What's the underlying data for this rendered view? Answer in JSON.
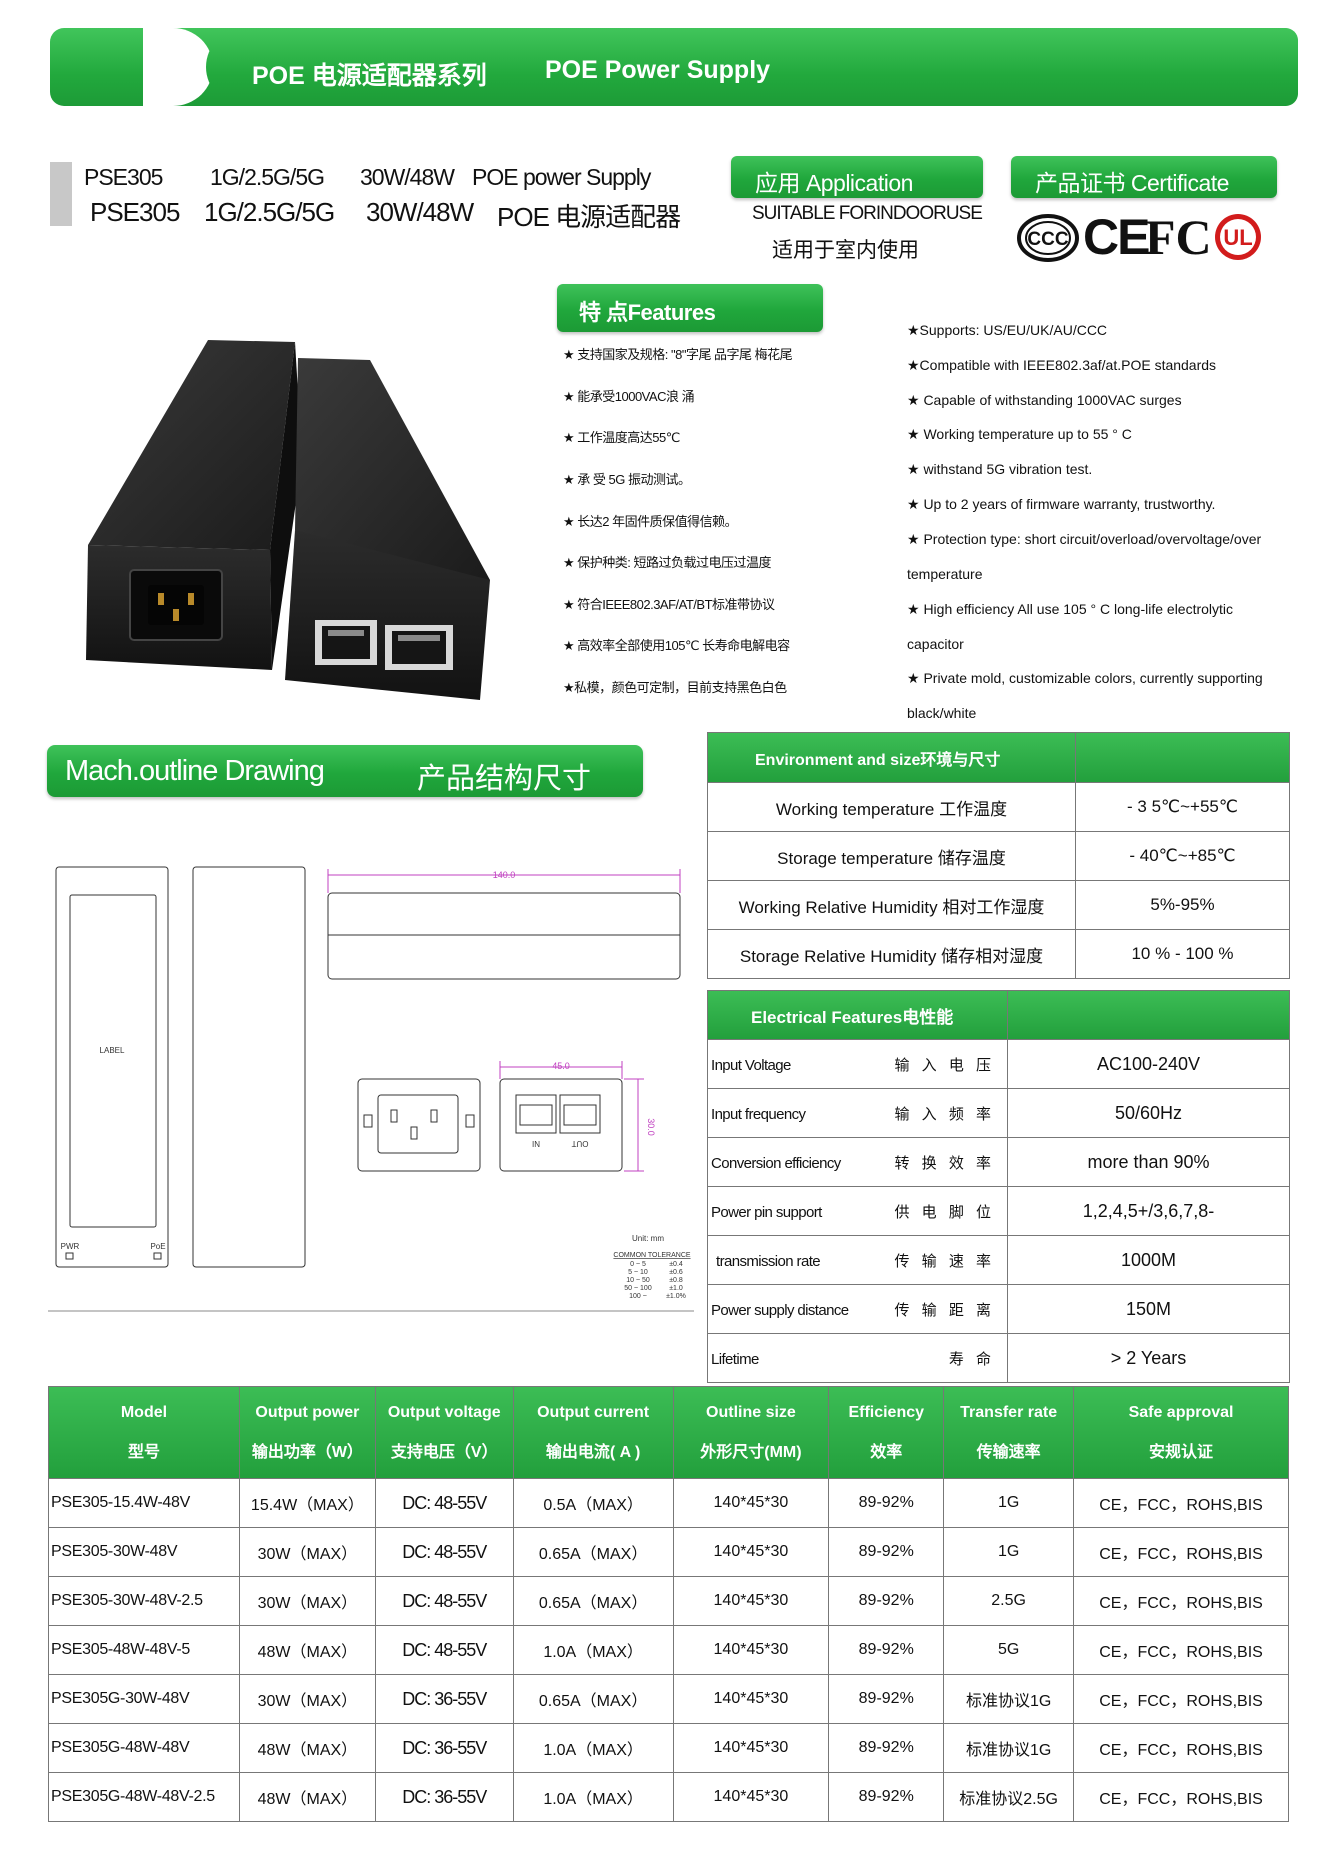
{
  "header": {
    "title_cn": "POE 电源适配器系列",
    "title_en": "POE Power Supply"
  },
  "title_block": {
    "line1": {
      "model": "PSE305",
      "speed": "1G/2.5G/5G",
      "power": "30W/48W",
      "desc": "POE power Supply"
    },
    "line2": {
      "model": "PSE305",
      "speed": "1G/2.5G/5G",
      "power": "30W/48W",
      "desc": "POE 电源适配器"
    }
  },
  "application": {
    "label": "应用 Application",
    "en": "SUITABLE FORINDOORUSE",
    "cn": "适用于室内使用"
  },
  "certificate": {
    "label": "产品证书 Certificate",
    "logos": [
      "CCC",
      "CE",
      "FC",
      "UL"
    ]
  },
  "features": {
    "label": "特  点Features",
    "cn": [
      "★ 支持国家及规格: \"8\"字尾    品字尾    梅花尾",
      "★ 能承受1000VAC浪 涌",
      "★ 工作温度高达55℃",
      "★ 承 受 5G 振动测试。",
      "★ 长达2 年固件质保值得信赖。",
      "★ 保护种类: 短路过负载过电压过温度",
      "★ 符合IEEE802.3AF/AT/BT标准带协议",
      "★ 高效率全部使用105℃ 长寿命电解电容",
      "★私模，颜色可定制，目前支持黑色白色"
    ],
    "en": [
      "★Supports: US/EU/UK/AU/CCC",
      "★Compatible with IEEE802.3af/at.POE standards",
      "★ Capable of withstanding 1000VAC surges",
      "★ Working temperature up to 55 ° C",
      "★ withstand 5G vibration test.",
      "★ Up to 2 years of firmware warranty, trustworthy.",
      "★ Protection type: short circuit/overload/overvoltage/over",
      "temperature",
      "★ High efficiency All use 105 ° C long-life electrolytic",
      "capacitor",
      "★ Private mold, customizable colors, currently supporting",
      "black/white"
    ]
  },
  "mach": {
    "label_en": "Mach.outline Drawing",
    "label_cn": "产品结构尺寸",
    "dims": {
      "length": "140.0",
      "width": "45.0",
      "height": "30.0"
    },
    "label_text": "LABEL",
    "pwr": "PWR",
    "poe": "PoE",
    "in": "IN",
    "out": "OUT",
    "unit": "Unit:  mm",
    "tolerance_title": "COMMON  TOLERANCE",
    "tolerance": [
      [
        "0 ~ 5",
        "±0.4"
      ],
      [
        "5 ~ 10",
        "±0.6"
      ],
      [
        "10 ~ 50",
        "±0.8"
      ],
      [
        "50 ~ 100",
        "±1.0"
      ],
      [
        "100 ~",
        "±1.0%"
      ]
    ]
  },
  "env_table": {
    "header": "Environment and size环境与尺寸",
    "rows": [
      {
        "label": "Working temperature  工作温度",
        "value": "- 3 5℃~+55℃"
      },
      {
        "label": "Storage temperature  储存温度",
        "value": "- 40℃~+85℃"
      },
      {
        "label": "Working Relative Humidity  相对工作湿度",
        "value": "5%-95%"
      },
      {
        "label": "Storage Relative Humidity  储存相对湿度",
        "value": "10 % - 100 %"
      }
    ]
  },
  "elec_table": {
    "header": "Electrical Features电性能",
    "rows": [
      {
        "en": "Input Voltage",
        "cn": "输 入 电 压",
        "value": "AC100-240V"
      },
      {
        "en": "Input frequency",
        "cn": "输 入 频  率",
        "value": "50/60Hz"
      },
      {
        "en": "Conversion efficiency",
        "cn": "转 换 效 率",
        "value": "more than 90%"
      },
      {
        "en": "Power pin support",
        "cn": "供 电 脚 位",
        "value": "1,2,4,5+/3,6,7,8-"
      },
      {
        "en": " transmission rate",
        "cn": "传 输 速 率",
        "value": "1000M"
      },
      {
        "en": "Power supply distance",
        "cn": "传 输 距 离",
        "value": "150M"
      },
      {
        "en": "Lifetime",
        "cn": "寿      命",
        "value": "> 2 Years"
      }
    ]
  },
  "model_table": {
    "headers": [
      {
        "en": "Model",
        "cn": "型号"
      },
      {
        "en": "Output power",
        "cn": "输出功率（W）"
      },
      {
        "en": "Output voltage",
        "cn": "支持电压（V）"
      },
      {
        "en": "Output current",
        "cn": "输出电流( A )"
      },
      {
        "en": "Outline size",
        "cn": "外形尺寸(MM)"
      },
      {
        "en": "Efficiency",
        "cn": "效率"
      },
      {
        "en": "Transfer rate",
        "cn": "传输速率"
      },
      {
        "en": "Safe approval",
        "cn": "安规认证"
      }
    ],
    "rows": [
      [
        "PSE305-15.4W-48V",
        "15.4W（MAX）",
        "DC: 48-55V",
        "0.5A（MAX）",
        "140*45*30",
        "89-92%",
        "1G",
        "CE，FCC，ROHS,BIS"
      ],
      [
        "PSE305-30W-48V",
        "30W（MAX）",
        "DC: 48-55V",
        "0.65A（MAX）",
        "140*45*30",
        "89-92%",
        "1G",
        "CE，FCC，ROHS,BIS"
      ],
      [
        "PSE305-30W-48V-2.5",
        "30W（MAX）",
        "DC: 48-55V",
        "0.65A（MAX）",
        "140*45*30",
        "89-92%",
        "2.5G",
        "CE，FCC，ROHS,BIS"
      ],
      [
        "PSE305-48W-48V-5",
        "48W（MAX）",
        "DC: 48-55V",
        "1.0A（MAX）",
        "140*45*30",
        "89-92%",
        "5G",
        "CE，FCC，ROHS,BIS"
      ],
      [
        "PSE305G-30W-48V",
        "30W（MAX）",
        "DC: 36-55V",
        "0.65A（MAX）",
        "140*45*30",
        "89-92%",
        "标准协议1G",
        "CE，FCC，ROHS,BIS"
      ],
      [
        "PSE305G-48W-48V",
        "48W（MAX）",
        "DC: 36-55V",
        "1.0A（MAX）",
        "140*45*30",
        "89-92%",
        "标准协议1G",
        "CE，FCC，ROHS,BIS"
      ],
      [
        "PSE305G-48W-48V-2.5",
        "48W（MAX）",
        "DC: 36-55V",
        "1.0A（MAX）",
        "140*45*30",
        "89-92%",
        "标准协议2.5G",
        "CE，FCC，ROHS,BIS"
      ]
    ]
  }
}
